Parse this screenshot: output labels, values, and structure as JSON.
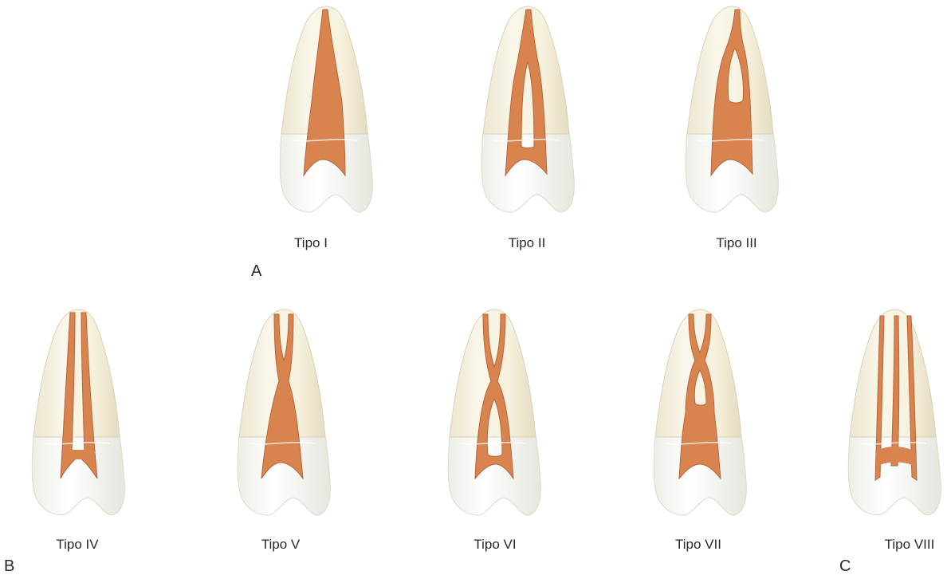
{
  "figure": {
    "panels": [
      {
        "id": "A",
        "label": "A"
      },
      {
        "id": "B",
        "label": "B"
      },
      {
        "id": "C",
        "label": "C"
      }
    ],
    "teeth": [
      {
        "key": "t1",
        "caption": "Tipo I"
      },
      {
        "key": "t2",
        "caption": "Tipo II"
      },
      {
        "key": "t3",
        "caption": "Tipo III"
      },
      {
        "key": "t4",
        "caption": "Tipo IV"
      },
      {
        "key": "t5",
        "caption": "Tipo V"
      },
      {
        "key": "t6",
        "caption": "Tipo VI"
      },
      {
        "key": "t7",
        "caption": "Tipo VII"
      },
      {
        "key": "t8",
        "caption": "Tipo VIII"
      }
    ],
    "colors": {
      "root": "#f7f3e3",
      "crown": "#fbfbf7",
      "outline": "#d9d4c2",
      "canal": "#d9844f",
      "canal_edge": "#b8643a"
    }
  }
}
